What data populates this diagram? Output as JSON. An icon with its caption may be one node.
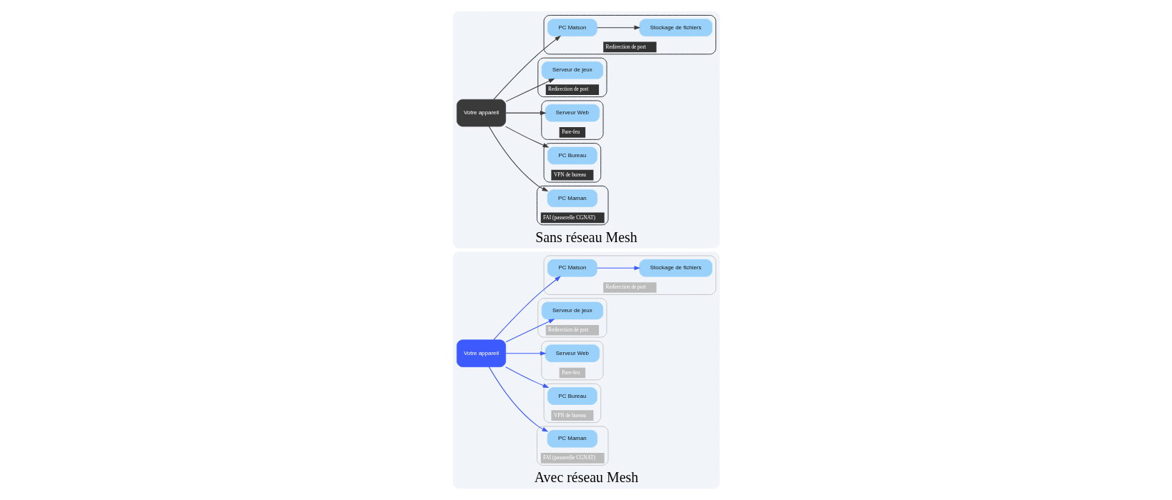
{
  "diagram": {
    "nodes": [
      {
        "text": [
          "Avec réseau Mesh"
        ]
      },
      {
        "text": [
          "FAI (passerelle CGNAT)"
        ],
        "in": 0
      },
      {
        "text": [
          "PC Maman"
        ],
        "in": 1
      },
      {
        "text": [
          "VPN de bureau"
        ],
        "in": 0
      },
      {
        "text": [
          "PC Bureau"
        ],
        "in": 3
      },
      {
        "text": [
          "Pare-feu"
        ],
        "in": 0
      },
      {
        "text": [
          "Serveur Web"
        ],
        "in": 5
      },
      {
        "text": [
          "Votre appareil"
        ],
        "in": 0
      },
      {
        "text": [
          "Redirection de port"
        ],
        "in": 0
      },
      {
        "text": [
          "Serveur de jeux"
        ],
        "in": 8
      },
      {
        "text": [
          "Redirection de port"
        ],
        "in": 0
      },
      {
        "text": [
          "Stockage de fichiers"
        ],
        "in": 10
      },
      {
        "text": [
          "PC Maison"
        ],
        "in": 10
      },
      {
        "text": [
          "Sans réseau Mesh"
        ]
      },
      {
        "text": [
          "FAI (passerelle CGNAT)"
        ],
        "in": 13
      },
      {
        "text": [
          "PC Maman"
        ],
        "in": 14
      },
      {
        "text": [
          "VPN de bureau"
        ],
        "in": 13
      },
      {
        "text": [
          "PC Bureau"
        ],
        "in": 16
      },
      {
        "text": [
          "Pare-feu"
        ],
        "in": 13
      },
      {
        "text": [
          "Serveur Web"
        ],
        "in": 18
      },
      {
        "text": [
          "Votre appareil"
        ],
        "in": 13
      },
      {
        "text": [
          "Redirection de port"
        ],
        "in": 13
      },
      {
        "text": [
          "Serveur de jeux"
        ],
        "in": 21
      },
      {
        "text": [
          "Redirection de port"
        ],
        "in": 13
      },
      {
        "text": [
          "Stockage de fichiers"
        ],
        "in": 23
      },
      {
        "text": [
          "PC Maison"
        ],
        "in": 23
      }
    ],
    "edges": [
      {
        "from": 7,
        "to": 2,
        "arrow": "to",
        "color": "#3d5afe"
      },
      {
        "from": 7,
        "to": 4,
        "arrow": "to",
        "color": "#3d5afe"
      },
      {
        "from": 7,
        "to": 6,
        "arrow": "to",
        "color": "#3d5afe"
      },
      {
        "from": 7,
        "to": 9,
        "arrow": "to",
        "color": "#3d5afe"
      },
      {
        "from": 7,
        "to": 12,
        "arrow": "to",
        "color": "#3d5afe"
      },
      {
        "from": 12,
        "to": 11,
        "arrow": "to",
        "color": "#3d5afe"
      },
      {
        "from": 20,
        "to": 15,
        "arrow": "to",
        "color": "#3a3a3a"
      },
      {
        "from": 20,
        "to": 17,
        "arrow": "to",
        "color": "#3a3a3a"
      },
      {
        "from": 20,
        "to": 19,
        "arrow": "to",
        "color": "#3a3a3a"
      },
      {
        "from": 20,
        "to": 22,
        "arrow": "to",
        "color": "#3a3a3a"
      },
      {
        "from": 20,
        "to": 25,
        "arrow": "to",
        "color": "#3a3a3a"
      },
      {
        "from": 25,
        "to": 24,
        "arrow": "to",
        "color": "#3a3a3a"
      }
    ]
  }
}
